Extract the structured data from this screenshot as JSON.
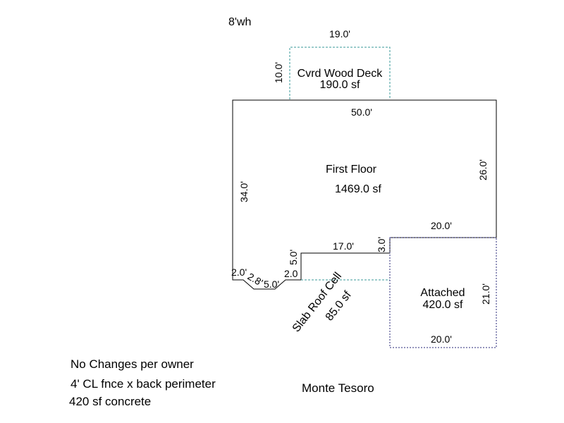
{
  "header_note": "8'wh",
  "areas": {
    "deck": {
      "name": "Cvrd Wood Deck",
      "area": "190.0 sf",
      "color": "#3a9a9a"
    },
    "first_floor": {
      "name": "First Floor",
      "area": "1469.0 sf",
      "color": "#000000"
    },
    "slab_roof": {
      "name": "Slab Roof Cell",
      "area": "85.0 sf",
      "color": "#3a9a9a"
    },
    "attached": {
      "name": "Attached",
      "area": "420.0 sf",
      "color": "#2a2a7a"
    }
  },
  "dimensions": {
    "deck_top": "19.0'",
    "deck_side": "10.0'",
    "floor_top": "50.0'",
    "floor_right": "26.0'",
    "floor_left": "34.0'",
    "attached_top": "20.0'",
    "attached_right": "21.0'",
    "attached_bottom": "20.0'",
    "step_3": "3.0'",
    "step_17": "17.0'",
    "step_5": "5.0'",
    "bay_left": "2.0'",
    "bay_diag": "2.8'",
    "bay_bottom": "5.0'",
    "bay_right": "2.0"
  },
  "notes": {
    "no_changes": "No Changes per owner",
    "fence": "4' CL fnce x back perimeter",
    "concrete": "420 sf concrete",
    "location": "Monte Tesoro"
  }
}
